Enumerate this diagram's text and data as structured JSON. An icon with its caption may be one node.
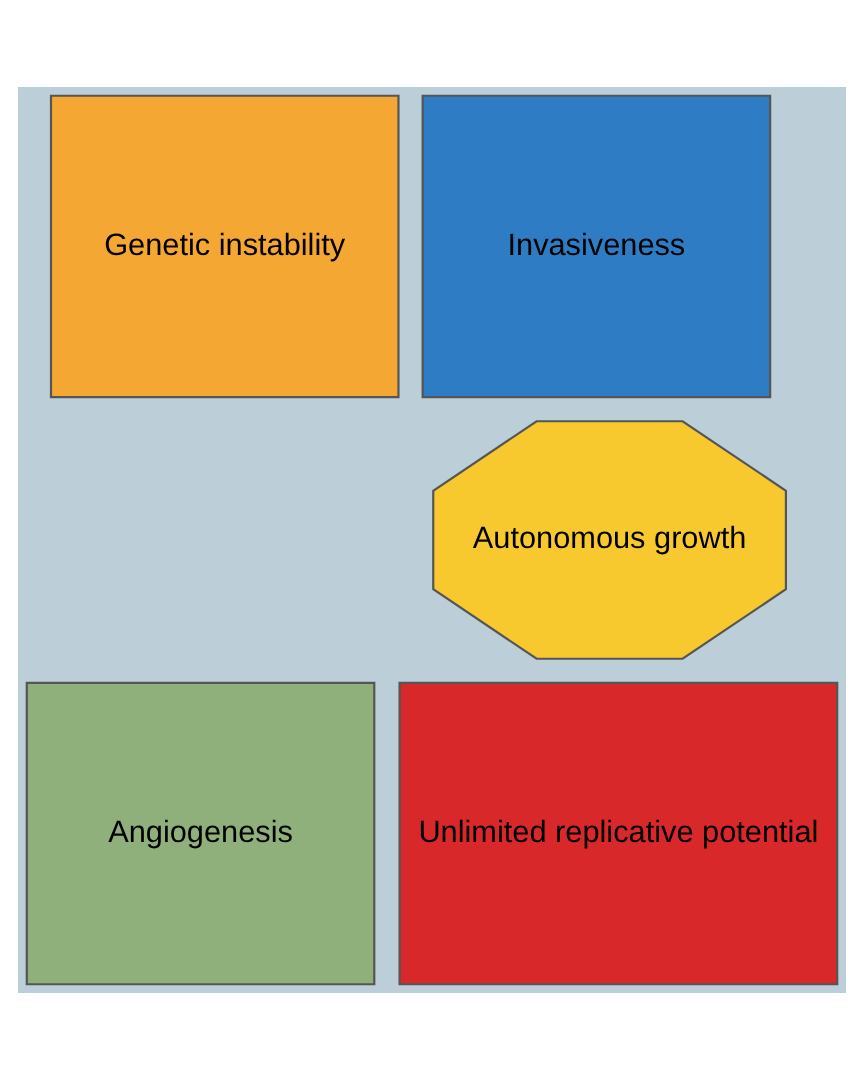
{
  "diagram": {
    "nodes": [
      {
        "text": [
          "Genetic instability"
        ]
      },
      {
        "text": [
          "Invasiveness"
        ]
      },
      {
        "text": [
          "Autonomous growth"
        ]
      },
      {
        "text": [
          "Angiogenesis"
        ]
      },
      {
        "text": [
          "Unlimited replicative potential"
        ]
      }
    ]
  }
}
